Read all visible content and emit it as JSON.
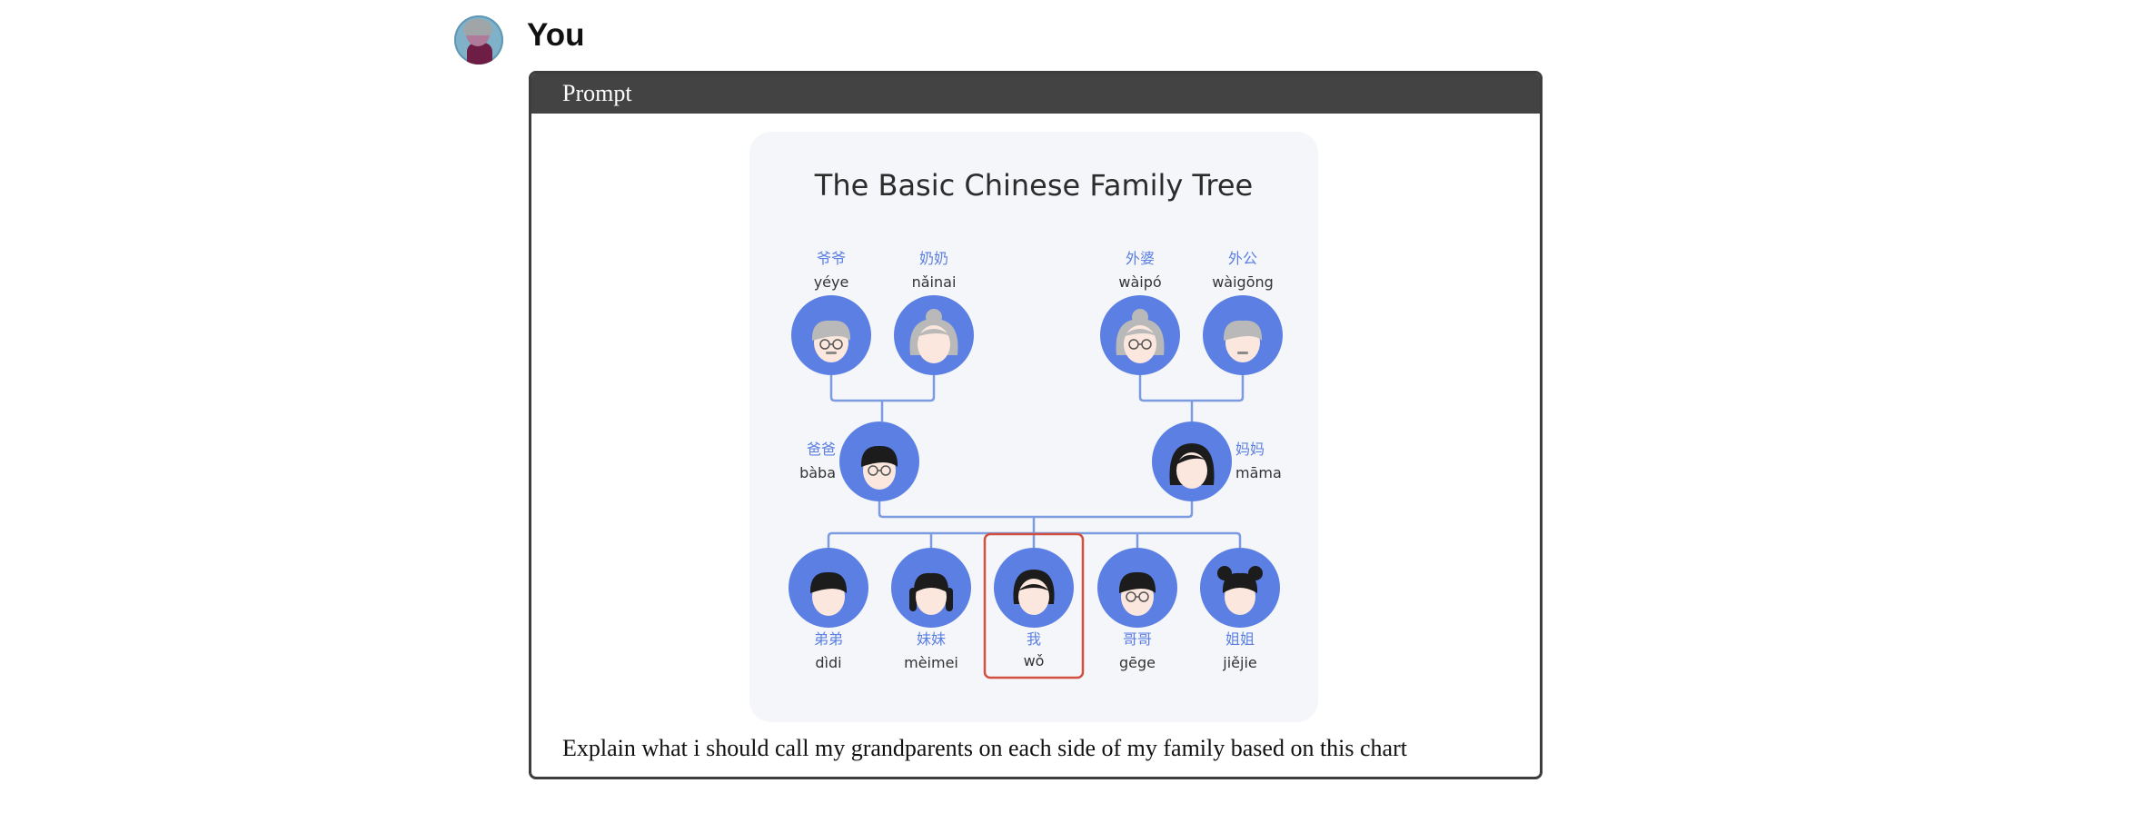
{
  "user": {
    "name": "You"
  },
  "card": {
    "header": "Prompt"
  },
  "chart": {
    "title": "The Basic Chinese Family Tree"
  },
  "members": [
    {
      "id": "yeye",
      "cn": "爷爷",
      "py": "yéye",
      "kind": "grandpa-glasses"
    },
    {
      "id": "nainai",
      "cn": "奶奶",
      "py": "nǎinai",
      "kind": "grandma-bun"
    },
    {
      "id": "waipo",
      "cn": "外婆",
      "py": "wàipó",
      "kind": "grandma-glasses"
    },
    {
      "id": "waigong",
      "cn": "外公",
      "py": "wàigōng",
      "kind": "grandpa"
    },
    {
      "id": "baba",
      "cn": "爸爸",
      "py": "bàba",
      "kind": "dad-glasses"
    },
    {
      "id": "mama",
      "cn": "妈妈",
      "py": "māma",
      "kind": "mom"
    },
    {
      "id": "didi",
      "cn": "弟弟",
      "py": "dìdi",
      "kind": "boy"
    },
    {
      "id": "meimei",
      "cn": "妹妹",
      "py": "mèimei",
      "kind": "girl-braids"
    },
    {
      "id": "wo",
      "cn": "我",
      "py": "wǒ",
      "kind": "me"
    },
    {
      "id": "gege",
      "cn": "哥哥",
      "py": "gēge",
      "kind": "boy-glasses"
    },
    {
      "id": "jiejie",
      "cn": "姐姐",
      "py": "jiějie",
      "kind": "girl-buns"
    }
  ],
  "colors": {
    "circle": "#5b7fe3",
    "line": "#7d9be0",
    "cn_text": "#5b7fe3",
    "py_text": "#333333",
    "highlight": "#d34f3f",
    "skin": "#fbe7dd",
    "grey_hair": "#b9b9b9",
    "black_hair": "#1c1c1c"
  },
  "prompt": {
    "text": "Explain what i should call my grandparents on each side of my family based on this chart"
  }
}
